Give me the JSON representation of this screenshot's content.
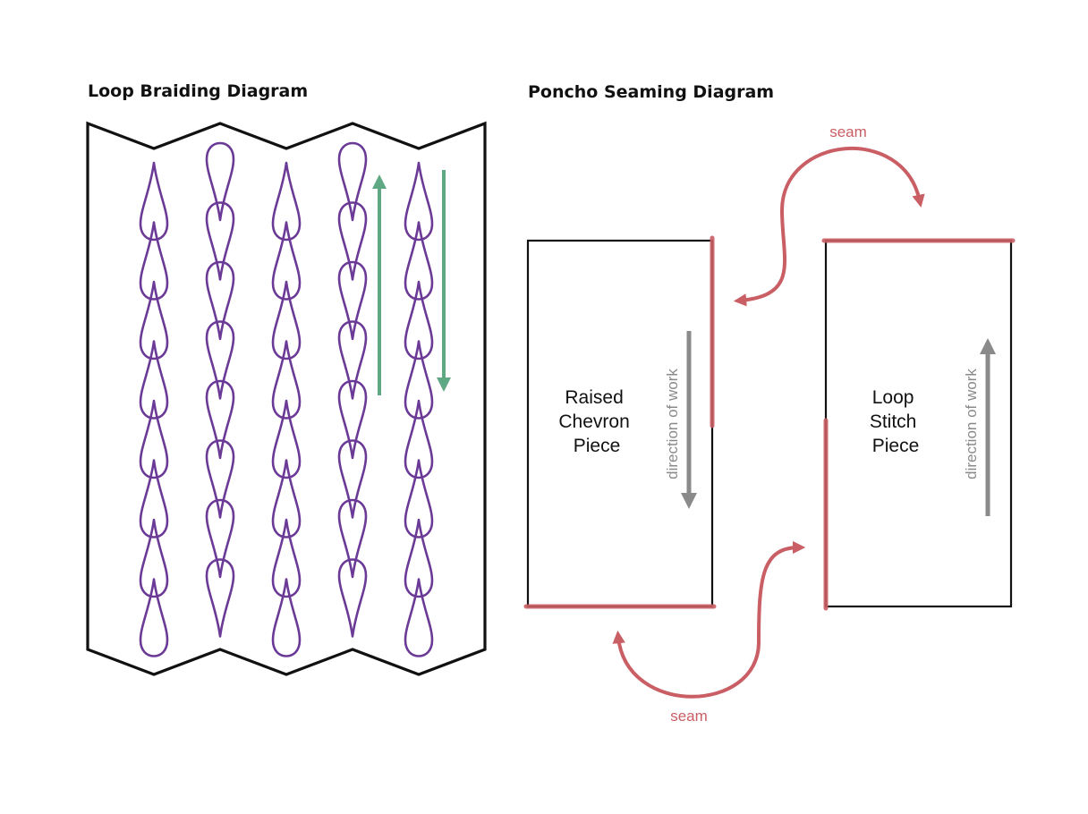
{
  "headings": {
    "left": "Loop Braiding Diagram",
    "right": "Poncho Seaming Diagram"
  },
  "pieces": {
    "left": [
      "Raised",
      "Chevron",
      "Piece"
    ],
    "right": [
      "Loop",
      "Stitch",
      "Piece"
    ]
  },
  "direction_label": "direction of work",
  "seam_label": "seam",
  "braid": {
    "columns": 5,
    "columns_start_high": [
      false,
      true,
      false,
      true,
      false
    ],
    "loops_per_column": 8
  },
  "colors": {
    "outline": "#111111",
    "loop": "#6a3a96",
    "green_arrow": "#5fa884",
    "seam": "#c95e64",
    "direction_arrow": "#8a8a8a"
  }
}
